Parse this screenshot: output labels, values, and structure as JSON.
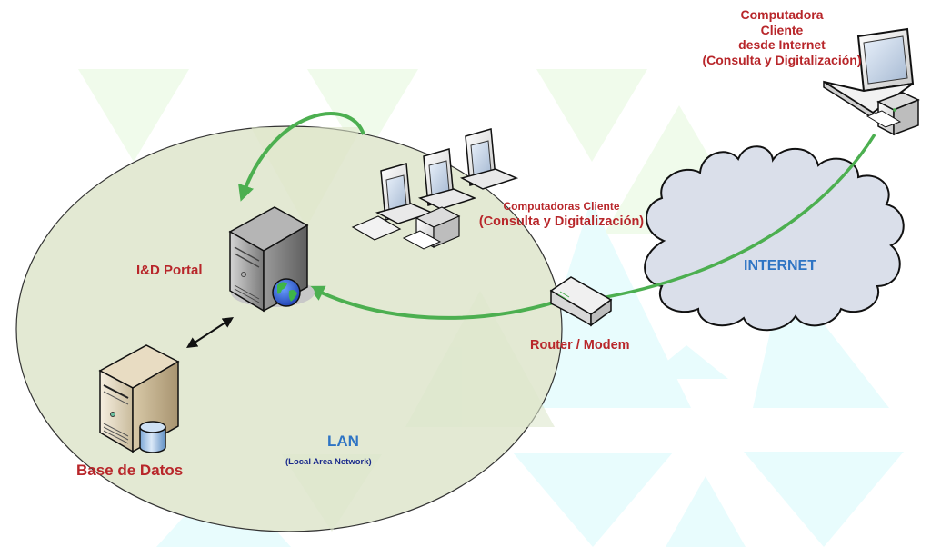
{
  "diagram": {
    "title": "Network topology",
    "colors": {
      "lan_fill": "#e3e9d3",
      "cloud_fill": "#dadfea",
      "link_green": "#4caf50",
      "label_red": "#b8262a",
      "label_blue": "#2e74c4",
      "watermark_green": "#f0fbeb",
      "watermark_cyan": "#e8fcfd"
    },
    "zones": {
      "lan": {
        "label": "LAN",
        "sublabel": "(Local Area Network)"
      },
      "internet": {
        "label": "INTERNET"
      }
    },
    "nodes": {
      "remote_client": {
        "lines": [
          "Computadora",
          "Cliente",
          "desde Internet",
          "(Consulta y Digitalización)"
        ],
        "icon": "laptop-with-printer"
      },
      "local_clients": {
        "line1": "Computadoras Cliente",
        "line2": "(Consulta y Digitalización)",
        "icon": "desktop-workstations-with-printer"
      },
      "portal": {
        "label": "I&D Portal",
        "icon": "web-server"
      },
      "database": {
        "label": "Base de Datos",
        "icon": "database-server"
      },
      "router": {
        "label": "Router / Modem",
        "icon": "router"
      }
    },
    "connections": [
      {
        "from": "remote_client",
        "to": "router",
        "style": "green-line",
        "via": "INTERNET"
      },
      {
        "from": "router",
        "to": "portal",
        "style": "green-arrow"
      },
      {
        "from": "local_clients",
        "to": "portal",
        "style": "green-arrow"
      },
      {
        "from": "portal",
        "to": "database",
        "style": "black-double-arrow"
      }
    ]
  }
}
